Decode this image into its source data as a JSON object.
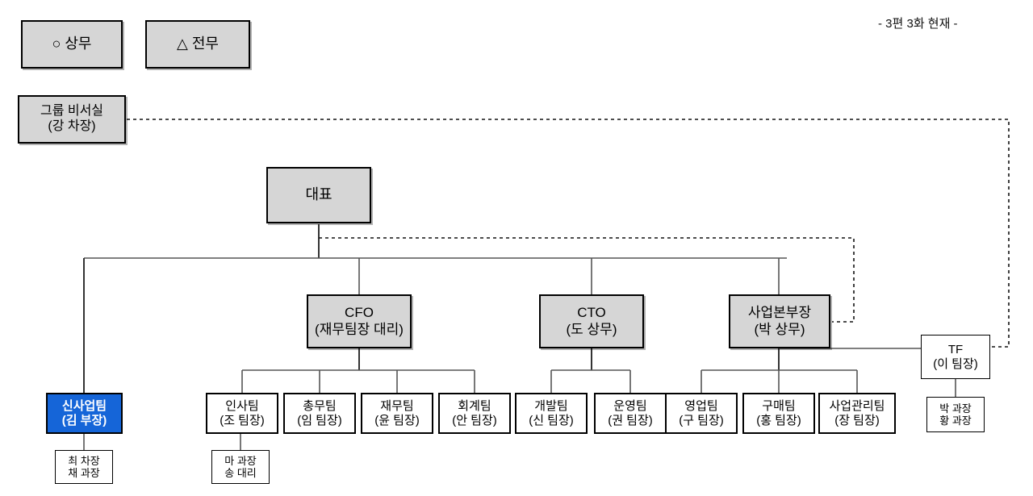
{
  "header": {
    "timestamp_note": "- 3편 3화 현재 -"
  },
  "legend": [
    {
      "id": "legend-sangmu",
      "label": "○ 상무"
    },
    {
      "id": "legend-jeonmu",
      "label": "△ 전무"
    }
  ],
  "nodes": {
    "group_secretary": {
      "line1": "그룹 비서실",
      "line2": "(강 차장)"
    },
    "ceo": {
      "line1": "대표",
      "line2": ""
    },
    "cfo": {
      "line1": "CFO",
      "line2": "(재무팀장 대리)"
    },
    "cto": {
      "line1": "CTO",
      "line2": "(도 상무)"
    },
    "biz_head": {
      "line1": "사업본부장",
      "line2": "(박 상무)"
    },
    "tf": {
      "line1": "TF",
      "line2": "(이 팀장)"
    },
    "tf_members": {
      "line1": "박 과장",
      "line2": "황 과장"
    },
    "new_biz": {
      "line1": "신사업팀",
      "line2": "(김 부장)"
    },
    "new_biz_members": {
      "line1": "최 차장",
      "line2": "채 과장"
    },
    "hr": {
      "line1": "인사팀",
      "line2": "(조 팀장)"
    },
    "ga": {
      "line1": "총무팀",
      "line2": "(임 팀장)"
    },
    "ga_members": {
      "line1": "마 과장",
      "line2": "송 대리"
    },
    "finance": {
      "line1": "재무팀",
      "line2": "(윤 팀장)"
    },
    "accounting": {
      "line1": "회계팀",
      "line2": "(안 팀장)"
    },
    "dev": {
      "line1": "개발팀",
      "line2": "(신 팀장)"
    },
    "ops": {
      "line1": "운영팀",
      "line2": "(권 팀장)"
    },
    "sales": {
      "line1": "영업팀",
      "line2": "(구 팀장)"
    },
    "purchasing": {
      "line1": "구매팀",
      "line2": "(홍 팀장)"
    },
    "biz_mgmt": {
      "line1": "사업관리팀",
      "line2": "(장 팀장)"
    }
  },
  "colors": {
    "box_fill": "#d6d6d6",
    "box_border": "#000000",
    "highlight_fill": "#1565d8",
    "highlight_text": "#ffffff",
    "line": "#555555",
    "background": "#ffffff"
  }
}
